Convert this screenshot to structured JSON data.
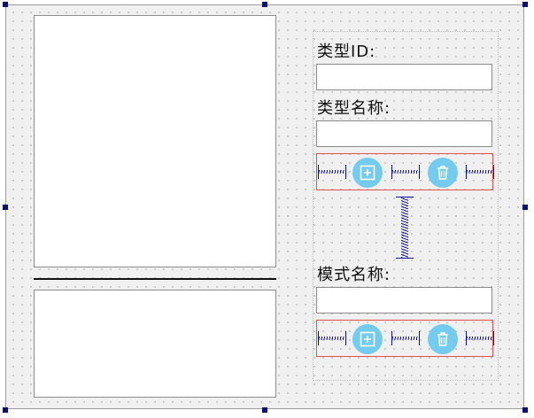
{
  "form": {
    "type_id_label": "类型ID:",
    "type_name_label": "类型名称:",
    "mode_name_label": "模式名称:",
    "type_id_value": "",
    "type_name_value": "",
    "mode_name_value": ""
  },
  "icons": {
    "add": "add-square-icon",
    "delete": "trash-icon"
  },
  "colors": {
    "button_fill": "#74cbf0",
    "spacer": "#0f0fa0",
    "layout_outline": "#e05050",
    "handle": "#0d0d7a"
  }
}
